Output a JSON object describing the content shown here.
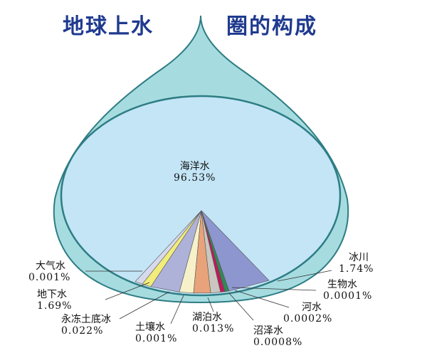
{
  "title": {
    "left": "地球上水",
    "right": "圈的构成"
  },
  "items": [
    {
      "key": "ocean",
      "name": "海洋水",
      "value": "96.53%",
      "color": "#bfe3f5"
    },
    {
      "key": "glacier",
      "name": "冰川",
      "value": "1.74%",
      "color": "#8e96cf"
    },
    {
      "key": "groundwater",
      "name": "地下水",
      "value": "1.69%",
      "color": "#aeb2d9"
    },
    {
      "key": "permafrost",
      "name": "永冻土底冰",
      "value": "0.022%",
      "color": "#f2ec7a"
    },
    {
      "key": "soil",
      "name": "土壤水",
      "value": "0.001%",
      "color": "#f6f1c8"
    },
    {
      "key": "lake",
      "name": "湖泊水",
      "value": "0.013%",
      "color": "#e8a37a"
    },
    {
      "key": "swamp",
      "name": "沼泽水",
      "value": "0.0008%",
      "color": "#c9c7c0"
    },
    {
      "key": "river",
      "name": "河水",
      "value": "0.0002%",
      "color": "#2f8a55"
    },
    {
      "key": "biological",
      "name": "生物水",
      "value": "0.0001%",
      "color": "#c2185b"
    },
    {
      "key": "atmosphere",
      "name": "大气水",
      "value": "0.001%",
      "color": "#d7d9ec"
    }
  ],
  "colors": {
    "title": "#1f3a8f",
    "drop_outer": "#a6dce0",
    "drop_inner": "#c3e5f6",
    "outline": "#2e7d84"
  }
}
